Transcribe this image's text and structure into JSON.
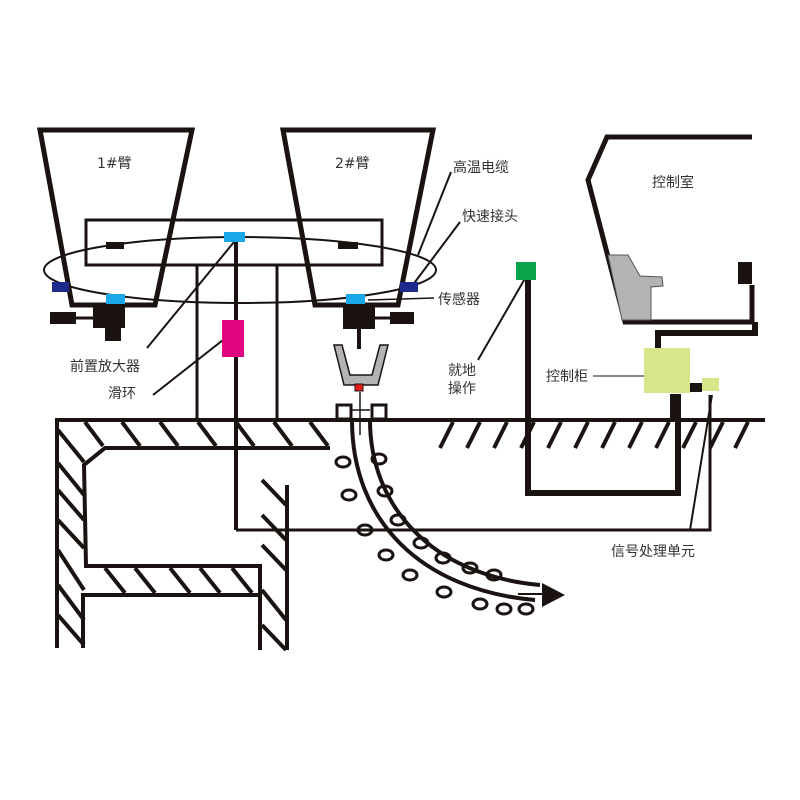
{
  "labels": {
    "arm1": "1#臂",
    "arm2": "2#臂",
    "hot_cable": "高温电缆",
    "quick_connector": "快速接头",
    "sensor": "传感器",
    "preamplifier": "前置放大器",
    "slip_ring": "滑环",
    "local_op_line1": "就地",
    "local_op_line2": "操作",
    "control_cabinet": "控制柜",
    "control_room": "控制室",
    "signal_unit": "信号处理单元"
  },
  "colors": {
    "line": "#1a1311",
    "light_blue": "#1aa7e8",
    "dark_blue": "#1c2a8c",
    "magenta": "#e0067f",
    "green": "#0aa24a",
    "cabinet": "#d9e58a",
    "gray": "#b3b3b3",
    "red": "#e81a1a"
  }
}
